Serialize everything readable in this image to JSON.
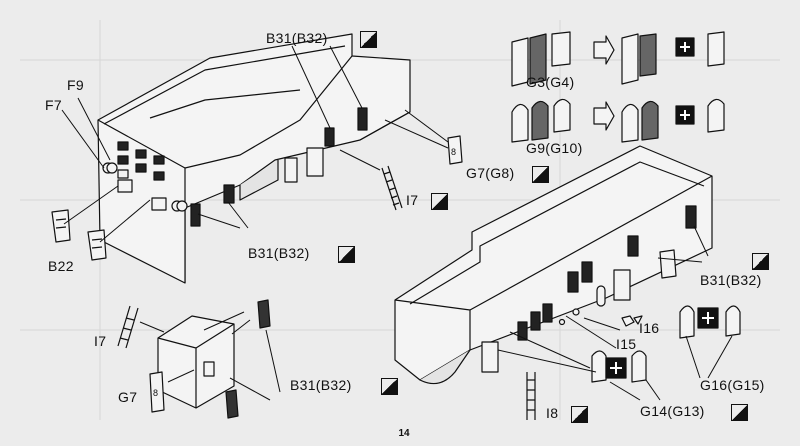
{
  "page_number": "14",
  "labels": {
    "b31_top": "B31(B32)",
    "f9": "F9",
    "f7": "F7",
    "g3": "G3(G4)",
    "g9": "G9(G10)",
    "g7g8": "G7(G8)",
    "i7_top": "I7",
    "b22": "B22",
    "b31_mid": "B31(B32)",
    "b31_right": "B31(B32)",
    "i16": "I16",
    "i15": "I15",
    "i7_bottom": "I7",
    "g7": "G7",
    "b31_bottom": "B31(B32)",
    "g16": "G16(G15)",
    "g14": "G14(G13)",
    "i8": "I8"
  },
  "colors": {
    "ink": "#111111",
    "paper": "#ececec"
  }
}
